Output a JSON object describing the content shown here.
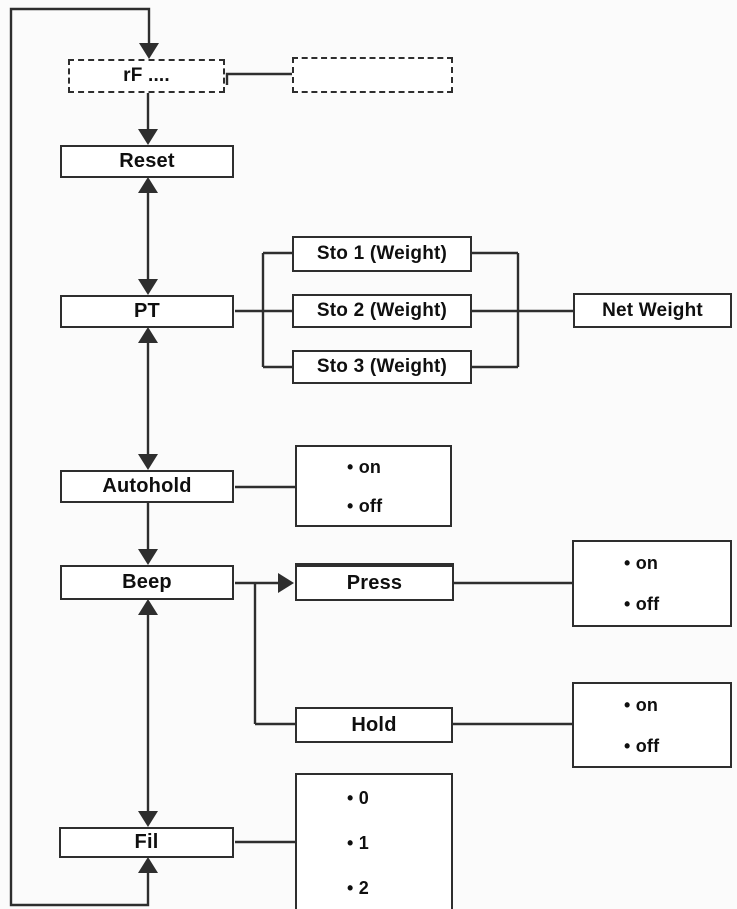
{
  "diagram": {
    "nodes": {
      "rf": "rF ....",
      "reset": "Reset",
      "pt": "PT",
      "sto1": "Sto 1 (Weight)",
      "sto2": "Sto 2 (Weight)",
      "sto3": "Sto 3 (Weight)",
      "net_weight": "Net Weight",
      "autohold": "Autohold",
      "beep": "Beep",
      "press": "Press",
      "hold": "Hold",
      "fil": "Fil"
    },
    "options": {
      "autohold": [
        "• on",
        "• off"
      ],
      "press": [
        "• on",
        "• off"
      ],
      "hold": [
        "• on",
        "• off"
      ],
      "fil": [
        "• 0",
        "• 1",
        "• 2"
      ]
    },
    "colors": {
      "line": "#2e2e2e",
      "background": "#fbfbfb",
      "box_fill": "#ffffff",
      "text": "#0f0f0f"
    }
  }
}
